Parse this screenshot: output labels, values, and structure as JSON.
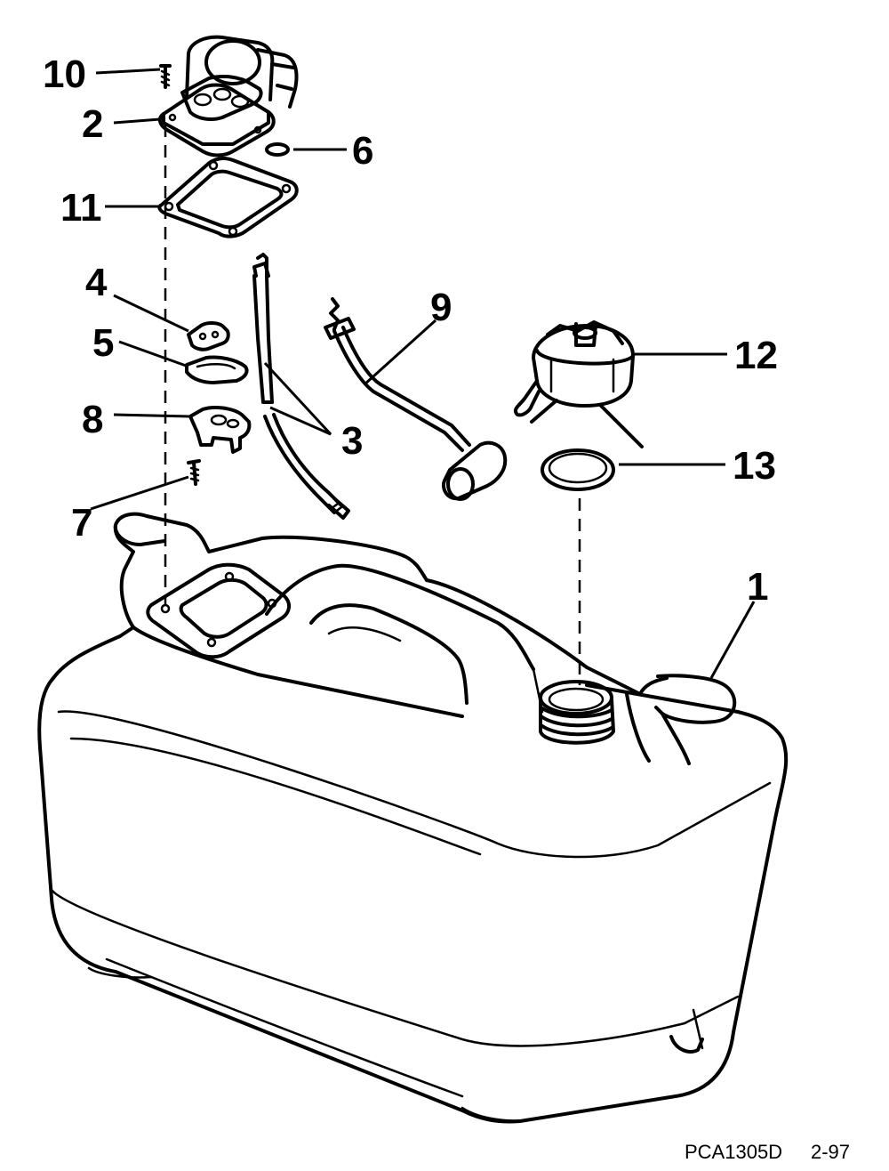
{
  "callouts": {
    "c1": "1",
    "c2": "2",
    "c3": "3",
    "c4": "4",
    "c5": "5",
    "c6": "6",
    "c7": "7",
    "c8": "8",
    "c9": "9",
    "c10": "10",
    "c11": "11",
    "c12": "12",
    "c13": "13"
  },
  "footer": {
    "code": "PCA1305D",
    "date": "2-97"
  }
}
